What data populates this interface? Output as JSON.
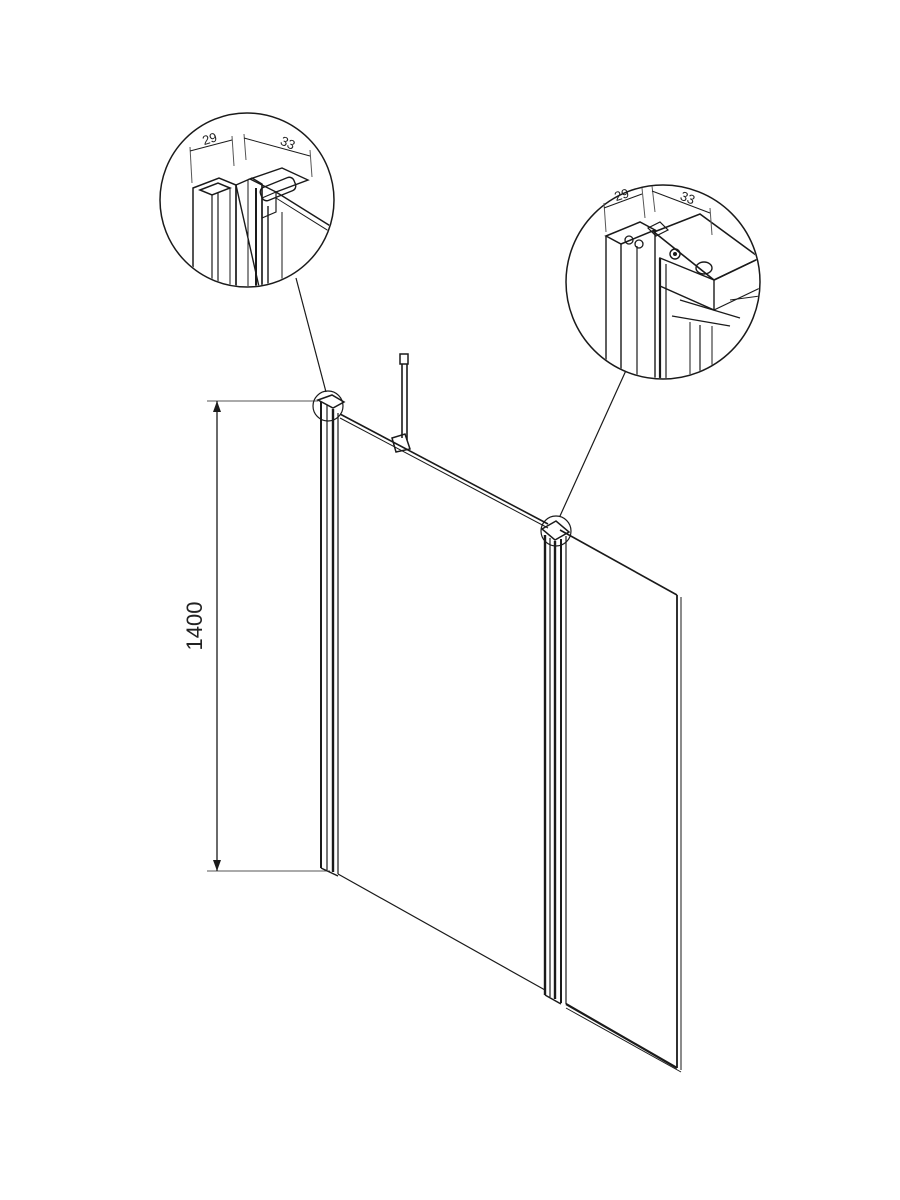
{
  "drawing": {
    "height_dimension": "1400",
    "detail_left": {
      "width_a": "29",
      "width_b": "33"
    },
    "detail_right": {
      "width_a": "29",
      "width_b": "33"
    }
  },
  "colors": {
    "line": "#1a1a1a",
    "background": "#ffffff"
  }
}
